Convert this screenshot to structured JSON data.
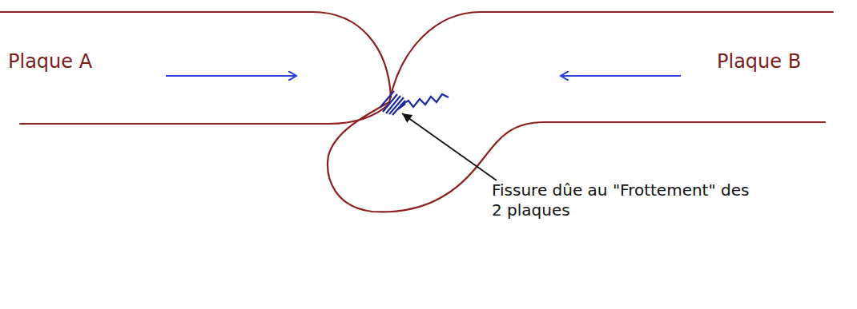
{
  "diagram": {
    "labels": [
      "Plaque A",
      "Plaque B",
      "Fissure dûe au \"Frottement\" des 2 plaques"
    ]
  }
}
